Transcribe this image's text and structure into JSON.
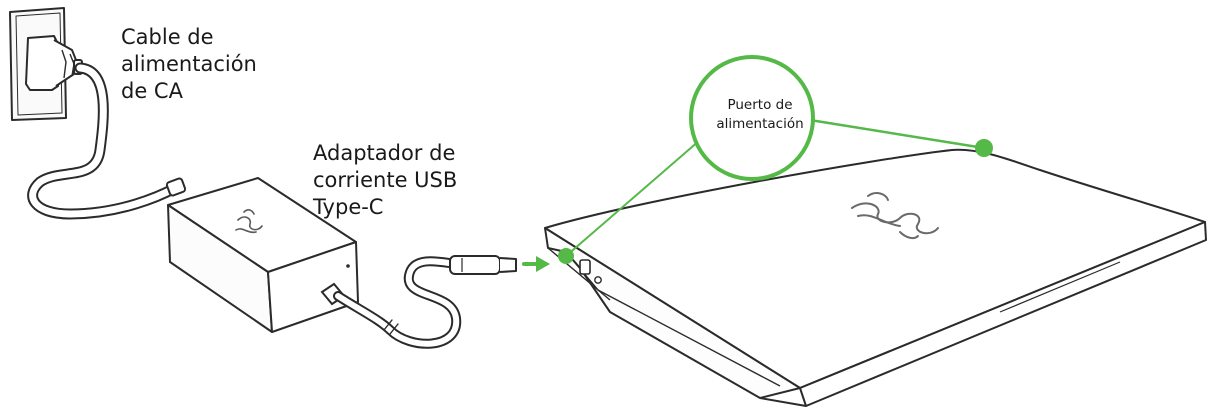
{
  "labels": {
    "ac_cable": [
      "Cable de",
      "alimentación",
      "de CA"
    ],
    "adapter": [
      "Adaptador de",
      "corriente USB",
      "Type-C"
    ],
    "power_port": [
      "Puerto de",
      "alimentación"
    ]
  },
  "colors": {
    "accent": "#55b948",
    "line": "#2b2b2b"
  },
  "icons": [
    "wall-outlet-icon",
    "ac-plug-icon",
    "power-adapter-icon",
    "razer-logo-icon",
    "usb-c-plug-icon",
    "laptop-icon"
  ]
}
